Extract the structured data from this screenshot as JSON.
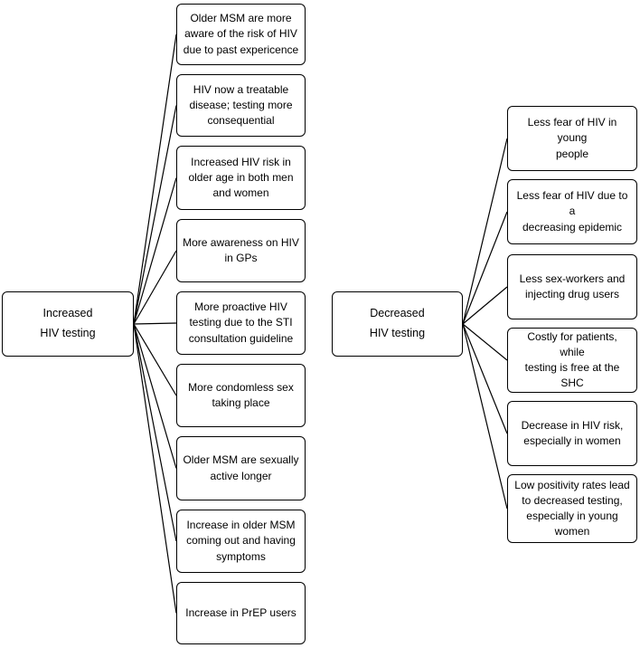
{
  "left_group": {
    "hub": "Increased\nHIV testing",
    "items": [
      "Older MSM are more\naware of the risk of HIV\ndue to past expericence",
      "HIV now a treatable\ndisease; testing more\nconsequential",
      "Increased HIV risk in\nolder age in both men\nand women",
      "More awareness on HIV\nin GPs",
      "More proactive HIV\ntesting due to the STI\nconsultation guideline",
      "More condomless sex\ntaking place",
      "Older MSM are sexually\nactive longer",
      "Increase in older MSM\ncoming out and having\nsymptoms",
      "Increase in PrEP users"
    ]
  },
  "right_group": {
    "hub": "Decreased\nHIV testing",
    "items": [
      "Less fear of HIV in young\npeople",
      "Less fear of HIV due to a\ndecreasing epidemic",
      "Less sex-workers and\ninjecting drug users",
      "Costly for patients, while\ntesting is free at the SHC",
      "Decrease in HIV risk,\nespecially in women",
      "Low positivity rates lead\nto decreased testing,\nespecially in young\nwomen"
    ]
  }
}
